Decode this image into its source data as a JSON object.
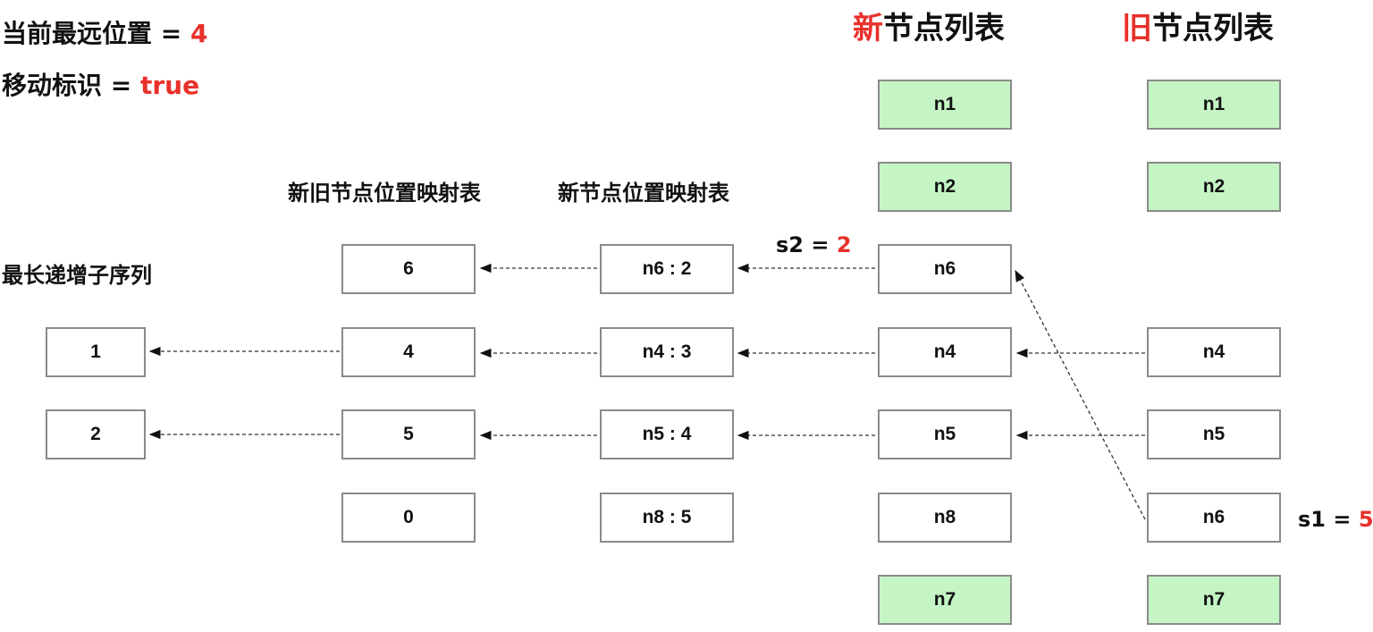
{
  "state": {
    "farthest_label": "当前最远位置 = ",
    "farthest_value": "4",
    "move_label": "移动标识 = ",
    "move_value": "true"
  },
  "headers": {
    "new_list_first": "新",
    "new_list_rest": "节点列表",
    "old_list_first": "旧",
    "old_list_rest": "节点列表",
    "old_new_map": "新旧节点位置映射表",
    "new_pos_map": "新节点位置映射表",
    "lis": "最长递增子序列"
  },
  "markers": {
    "s2_label": "s2 = ",
    "s2_value": "2",
    "s1_label": "s1 = ",
    "s1_value": "5"
  },
  "new_nodes": [
    "n1",
    "n2",
    "n6",
    "n4",
    "n5",
    "n8",
    "n7"
  ],
  "old_nodes": [
    "n1",
    "n2",
    "n4",
    "n5",
    "n6",
    "n7"
  ],
  "new_pos_map": [
    "n6 : 2",
    "n4 : 3",
    "n5 : 4",
    "n8 : 5"
  ],
  "old_new_map": [
    "6",
    "4",
    "5",
    "0"
  ],
  "lis": [
    "1",
    "2"
  ],
  "colors": {
    "accent_red": "#e8302a",
    "matched_green": "#c5f5c5",
    "border": "#8a8a8a"
  }
}
